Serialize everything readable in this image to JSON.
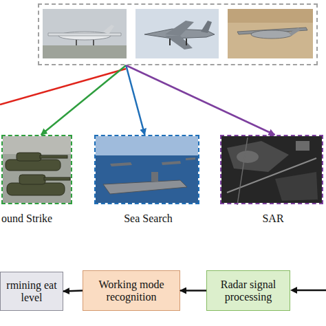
{
  "diagram": {
    "nodes": [
      {
        "text": []
      },
      {
        "text": [
          "ound Strike"
        ]
      },
      {
        "text": [
          "Sea Search"
        ]
      },
      {
        "text": [
          "SAR"
        ]
      },
      {
        "text": [
          "rmining eat level"
        ]
      },
      {
        "text": [
          "Working mode recognition"
        ]
      },
      {
        "text": [
          "Radar signal processing"
        ]
      }
    ],
    "edges": [
      {
        "from": 0,
        "to": 1,
        "arrow": "to"
      },
      {
        "from": 0,
        "to": 2,
        "arrow": "to"
      },
      {
        "from": 0,
        "to": 3,
        "arrow": "to"
      },
      {
        "from": 6,
        "to": 5,
        "arrow": "to"
      },
      {
        "from": 5,
        "to": 4,
        "arrow": "to"
      }
    ]
  }
}
